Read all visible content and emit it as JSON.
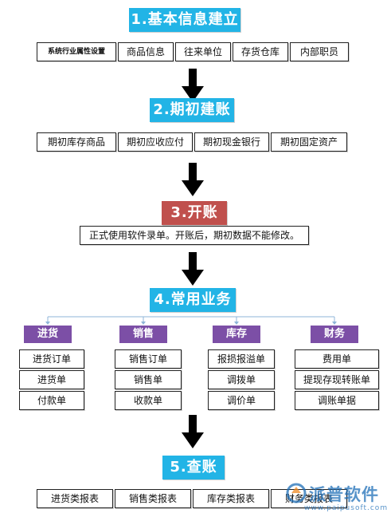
{
  "steps": {
    "s1": {
      "title": "1.基本信息建立",
      "items": [
        "系统行业属性设置",
        "商品信息",
        "往来单位",
        "存货仓库",
        "内部职员"
      ]
    },
    "s2": {
      "title": "2.期初建账",
      "items": [
        "期初库存商品",
        "期初应收应付",
        "期初现金银行",
        "期初固定资产"
      ]
    },
    "s3": {
      "title": "3.开账",
      "note": "正式使用软件录单。开账后，期初数据不能修改。"
    },
    "s4": {
      "title": "4.常用业务",
      "categories": [
        {
          "name": "进货",
          "items": [
            "进货订单",
            "进货单",
            "付款单"
          ]
        },
        {
          "name": "销售",
          "items": [
            "销售订单",
            "销售单",
            "收款单"
          ]
        },
        {
          "name": "库存",
          "items": [
            "报损报溢单",
            "调拨单",
            "调价单"
          ]
        },
        {
          "name": "财务",
          "items": [
            "费用单",
            "提现存现转账单",
            "调账单据"
          ]
        }
      ]
    },
    "s5": {
      "title": "5.查账",
      "items": [
        "进货类报表",
        "销售类报表",
        "库存类报表",
        "财务类报表"
      ]
    }
  },
  "colors": {
    "step_blue": "#22b4e6",
    "step_red": "#c0504d",
    "category_purple": "#7c4fa6",
    "arrow": "#000000"
  },
  "watermark": {
    "brand": "派普软件",
    "url": "www.paipusoft.com"
  }
}
